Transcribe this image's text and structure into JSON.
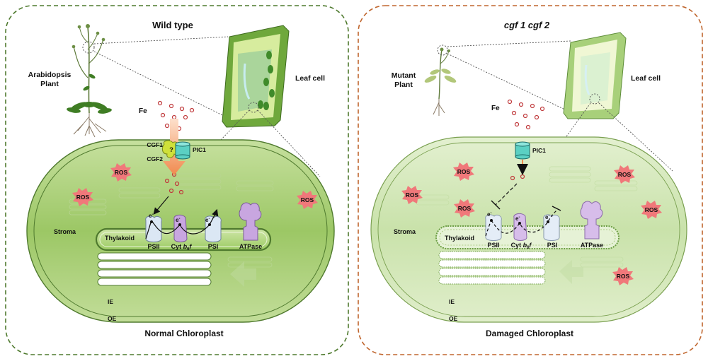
{
  "wild": {
    "title": "Wild type",
    "plant_label_1": "Arabidopsis",
    "plant_label_2": "Plant",
    "leaf_label": "Leaf cell",
    "fe": "Fe",
    "cgf1": "CGF1",
    "cgf2": "CGF2",
    "unknown": "?",
    "pic1": "PIC1",
    "ros": "ROS",
    "stroma": "Stroma",
    "thylakoid": "Thylakoid",
    "psii": "PSII",
    "cyt_prefix": "Cyt ",
    "cyt_b": "b",
    "cyt_sub": "6",
    "cyt_f": "f",
    "psi": "PSI",
    "atpase": "ATPase",
    "electron": "e",
    "electron_sup": "-",
    "ie": "IE",
    "oe": "OE",
    "caption": "Normal Chloroplast"
  },
  "mutant": {
    "title": "cgf 1 cgf 2",
    "plant_label_1": "Mutant",
    "plant_label_2": "Plant",
    "leaf_label": "Leaf cell",
    "fe": "Fe",
    "pic1": "PIC1",
    "ros": "ROS",
    "stroma": "Stroma",
    "thylakoid": "Thylakoid",
    "psii": "PSII",
    "cyt_prefix": "Cyt ",
    "cyt_b": "b",
    "cyt_sub": "6",
    "cyt_f": "f",
    "psi": "PSI",
    "atpase": "ATPase",
    "electron": "e",
    "electron_sup": "-",
    "ie": "IE",
    "oe": "OE",
    "caption": "Damaged Chloroplast"
  },
  "colors": {
    "wild_border": "#4f7a2e",
    "mutant_border": "#c0662e",
    "chloroplast_wild": "#aed07e",
    "chloroplast_mutant": "#d3e8b8",
    "ros": "#f0787a",
    "iron": "#c0393b"
  }
}
